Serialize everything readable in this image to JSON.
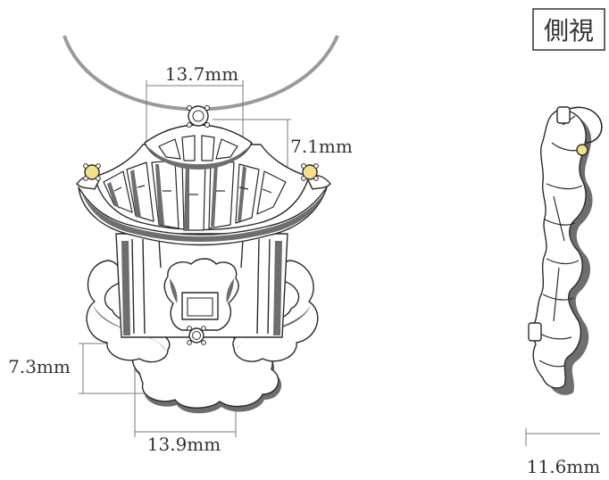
{
  "labels": {
    "side_view": "側視",
    "top_width": "13.7mm",
    "top_height": "7.1mm",
    "bottom_height": "7.3mm",
    "bottom_width": "13.9mm",
    "side_depth": "11.6mm"
  },
  "colors": {
    "line": "#2a2a2a",
    "dim_line": "#7a7a7a",
    "metal_shadow": "#6e6e6e",
    "chain": "#9a9a9a",
    "gem": "#f4e08a",
    "gem_edge": "#c9a53a"
  },
  "icons": {
    "stone": "round-gem",
    "prong": "prong-dot"
  }
}
